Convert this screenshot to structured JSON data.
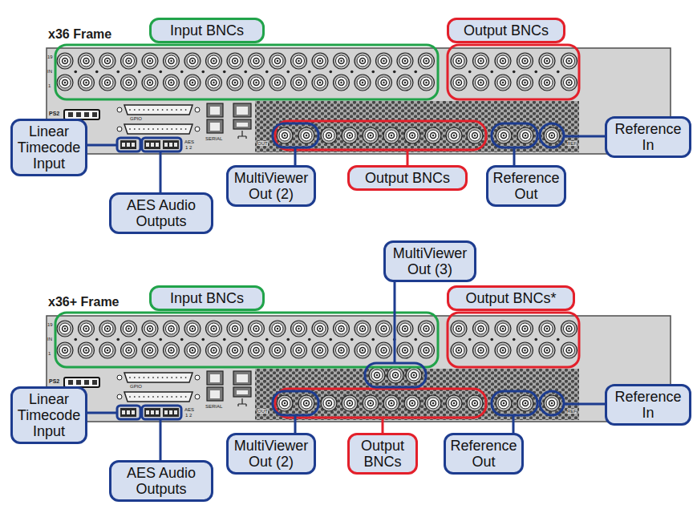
{
  "diagram": {
    "nodes": [
      {
        "text": [
          "Input BNCs"
        ]
      },
      {
        "text": [
          "Output BNCs"
        ]
      },
      {
        "text": [
          "Linear Timecode Input"
        ]
      },
      {
        "text": [
          "MultiViewer Out (2)"
        ]
      },
      {
        "text": [
          "Output BNCs"
        ]
      },
      {
        "text": [
          "Reference Out"
        ]
      },
      {
        "text": [
          "Reference In"
        ]
      },
      {
        "text": [
          "AES Audio Outputs"
        ]
      },
      {
        "text": [
          "MultiViewer Out (3)"
        ]
      },
      {
        "text": [
          "Input BNCs"
        ]
      },
      {
        "text": [
          "Output BNCs*"
        ]
      },
      {
        "text": [
          "Linear Timecode Input"
        ]
      },
      {
        "text": [
          "MultiViewer Out (2)"
        ]
      },
      {
        "text": [
          "Output BNCs"
        ]
      },
      {
        "text": [
          "Reference Out"
        ]
      },
      {
        "text": [
          "Reference In"
        ]
      },
      {
        "text": [
          "AES Audio Outputs"
        ]
      }
    ],
    "labels": [
      "x36 Frame",
      "19",
      "IN",
      "1",
      "PS2",
      "GPIO",
      "SERIAL",
      "AES",
      "1 2",
      "OUT",
      "REF",
      "x36+ Frame",
      "19",
      "IN",
      "1",
      "PS2",
      "GPIO",
      "SERIAL",
      "AES",
      "1 2",
      "OUT",
      "REF"
    ]
  }
}
